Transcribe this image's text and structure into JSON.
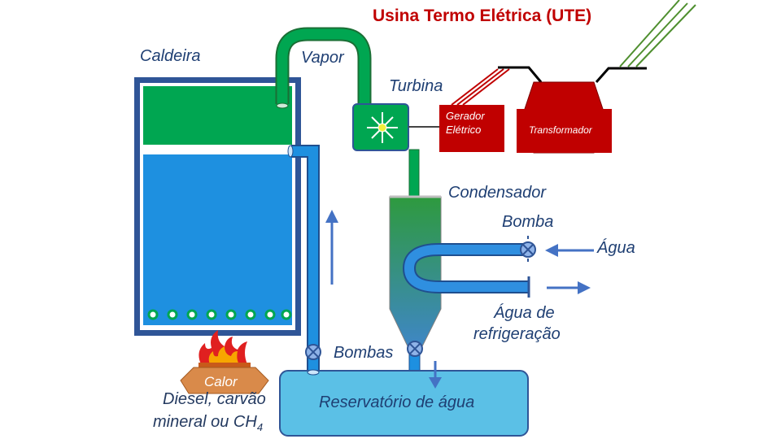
{
  "title": "Usina Termo Elétrica (UTE)",
  "labels": {
    "caldeira": "Caldeira",
    "vapor": "Vapor",
    "turbina": "Turbina",
    "gerador_line1": "Gerador",
    "gerador_line2": "Elétrico",
    "transformador": "Transformador",
    "condensador": "Condensador",
    "bomba": "Bomba",
    "agua": "Água",
    "agua_refrig_line1": "Água de",
    "agua_refrig_line2": "refrigeração",
    "bombas": "Bombas",
    "calor": "Calor",
    "fuel_line1": "Diesel, carvão",
    "fuel_line2_prefix": "mineral ou CH",
    "fuel_line2_sub": "4",
    "reservatorio": "Reservatório de água"
  },
  "icons": [
    "flame-icon",
    "pump-valve-icon",
    "turbine-star-icon",
    "flow-arrow-icon"
  ],
  "colors": {
    "title": "#c00000",
    "steam_pipe": "#00a651",
    "water_blue": "#1e90e0",
    "boiler_frame": "#2f5597",
    "generator_red": "#c00000",
    "flame_red": "#e02020",
    "label_text": "#1f3f73"
  }
}
